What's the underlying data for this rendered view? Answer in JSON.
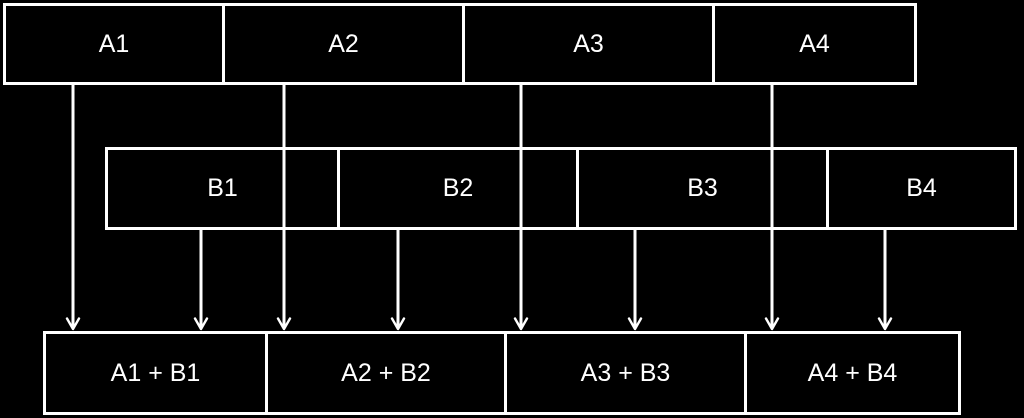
{
  "rows": {
    "a": [
      "A1",
      "A2",
      "A3",
      "A4"
    ],
    "b": [
      "B1",
      "B2",
      "B3",
      "B4"
    ],
    "sum": [
      "A1 + B1",
      "A2 + B2",
      "A3 + B3",
      "A4 + B4"
    ]
  },
  "colors": {
    "background": "#000000",
    "foreground": "#ffffff"
  }
}
